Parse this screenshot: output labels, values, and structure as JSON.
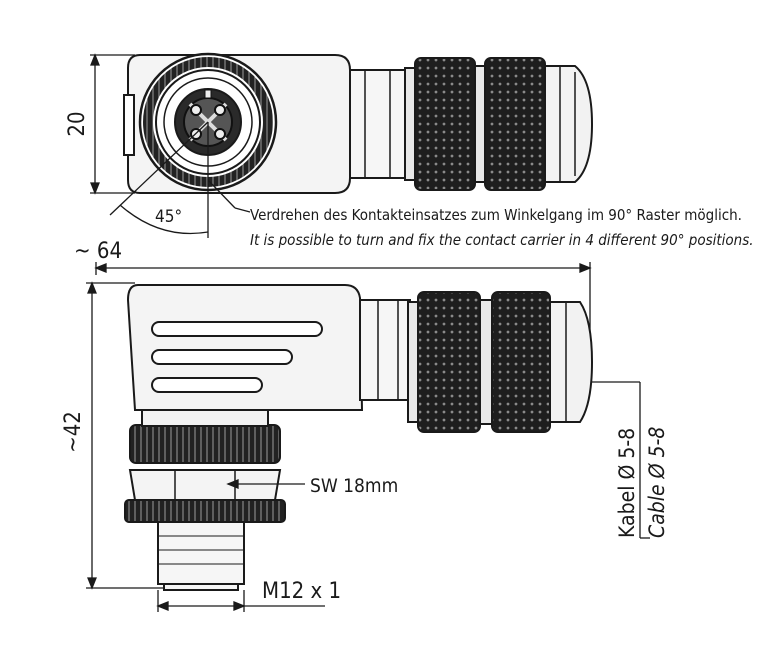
{
  "dimensions": {
    "height_top": "20",
    "angle": "45°",
    "length": "~ 64",
    "height_side": "~42",
    "wrench": "SW 18mm",
    "thread": "M12 x 1"
  },
  "notes": {
    "de": "Verdrehen des Kontakteinsatzes zum Winkelgang im 90° Raster möglich.",
    "en": "It is possible to turn and fix the contact carrier in 4 different 90° positions."
  },
  "cable": {
    "de": "Kabel Ø 5-8",
    "en": "Cable Ø 5-8"
  }
}
